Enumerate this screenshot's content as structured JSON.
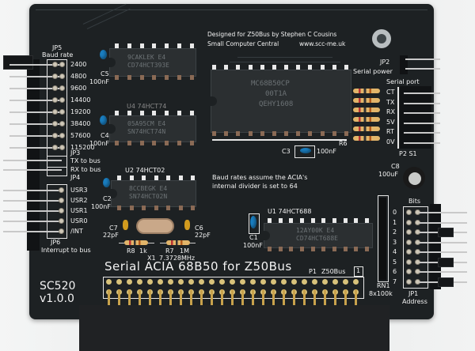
{
  "board": {
    "name": "SC520",
    "version": "v1.0.0",
    "title": "Serial ACIA 68B50 for Z50Bus",
    "credit_line1": "Designed for Z50Bus by Stephen C Cousins",
    "credit_line2_left": "Small Computer Central",
    "credit_line2_right": "www.scc-me.uk",
    "note_line1": "Baud rates assume the ACIA's",
    "note_line2": "internal divider is set to 64",
    "colors": {
      "pcb": "#1d2123",
      "silkscreen": "#f2f2f2",
      "ceramic_cap": "#1a7ec0",
      "tantalum": "#d29b1e"
    }
  },
  "jp5": {
    "ref": "JP5",
    "label": "Baud rate",
    "rates": [
      "2400",
      "4800",
      "9600",
      "14400",
      "19200",
      "38400",
      "57600",
      "115200"
    ]
  },
  "jp3": {
    "ref": "JP3",
    "label": "TX to bus"
  },
  "jp4": {
    "ref": "JP4",
    "label": "RX to bus"
  },
  "jp6": {
    "ref": "JP6",
    "label": "Interrupt to bus",
    "pins": [
      "USR3",
      "USR2",
      "USR1",
      "USR0",
      "/INT"
    ]
  },
  "jp2": {
    "ref": "JP2",
    "label": "Serial power"
  },
  "serial_port": {
    "label": "Serial port",
    "pins": [
      "CT",
      "TX",
      "RX",
      "5V",
      "RT",
      "0V"
    ],
    "refs": "P2 S1"
  },
  "jp1": {
    "label_bits": "Bits",
    "bits": [
      "0",
      "1",
      "2",
      "3",
      "4",
      "5",
      "6",
      "7"
    ],
    "ref": "JP1",
    "label": "Address"
  },
  "rn1": {
    "ref": "RN1",
    "value": "8x100k"
  },
  "chips": {
    "u5": {
      "marking1": "9CAKLEK E4",
      "marking2": "CD74HCT393E"
    },
    "u4": {
      "silk": "U4   74HCT74",
      "marking1": "05A95CM E4",
      "marking2": "SN74HCT74N"
    },
    "u2": {
      "silk": "U2   74HCT02",
      "marking1": "8CCBEGK E4",
      "marking2": "SN74HCT02N"
    },
    "u3": {
      "marking1": "MC68B50CP",
      "marking2": "00T1A",
      "marking3": "QEHY1608"
    },
    "u1": {
      "silk": "U1   74HCT688",
      "marking1": "12AY00K E4",
      "marking2": "CD74HCT688E"
    }
  },
  "caps": {
    "c5": {
      "ref": "C5",
      "value": "100nF"
    },
    "c4": {
      "ref": "C4",
      "value": "100nF"
    },
    "c2": {
      "ref": "C2",
      "value": "100nF"
    },
    "c3": {
      "ref": "C3",
      "value": "100nF"
    },
    "c1": {
      "ref": "C1",
      "value": "100nF"
    },
    "c7": {
      "ref": "C7",
      "value": "22pF"
    },
    "c6": {
      "ref": "C6",
      "value": "22pF"
    },
    "c8": {
      "ref": "C8",
      "value": "100uF"
    }
  },
  "resistors": {
    "r8": {
      "ref": "R8",
      "value": "1k"
    },
    "r7": {
      "ref": "R7",
      "value": "1M"
    },
    "r6": {
      "ref": "R6"
    }
  },
  "crystal": {
    "ref": "X1",
    "value": "7.3728MHz"
  },
  "bus": {
    "ref": "P1",
    "label": "Z50Bus",
    "pin1": "1"
  }
}
